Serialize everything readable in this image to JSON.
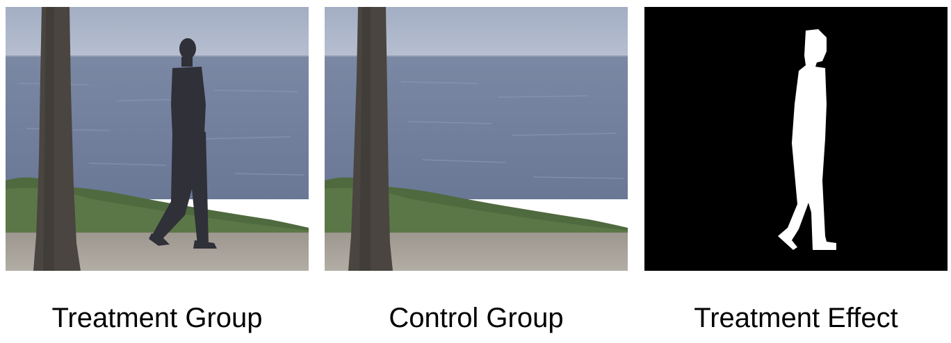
{
  "panels": [
    {
      "caption": "Treatment Group",
      "content": "beach scene with palm tree trunk, sea, shrubs and a walking man"
    },
    {
      "caption": "Control Group",
      "content": "same beach scene without the man"
    },
    {
      "caption": "Treatment Effect",
      "content": "binary mask: white silhouette of the walking man on black"
    }
  ],
  "colors": {
    "sky": "#a9b3c7",
    "sea": "#6f7f9c",
    "shrubs": "#4f6a3e",
    "sand": "#a8a39c",
    "trunk": "#4a4540",
    "person": "#2f3038",
    "mask_background": "#000000",
    "mask_silhouette": "#ffffff"
  }
}
